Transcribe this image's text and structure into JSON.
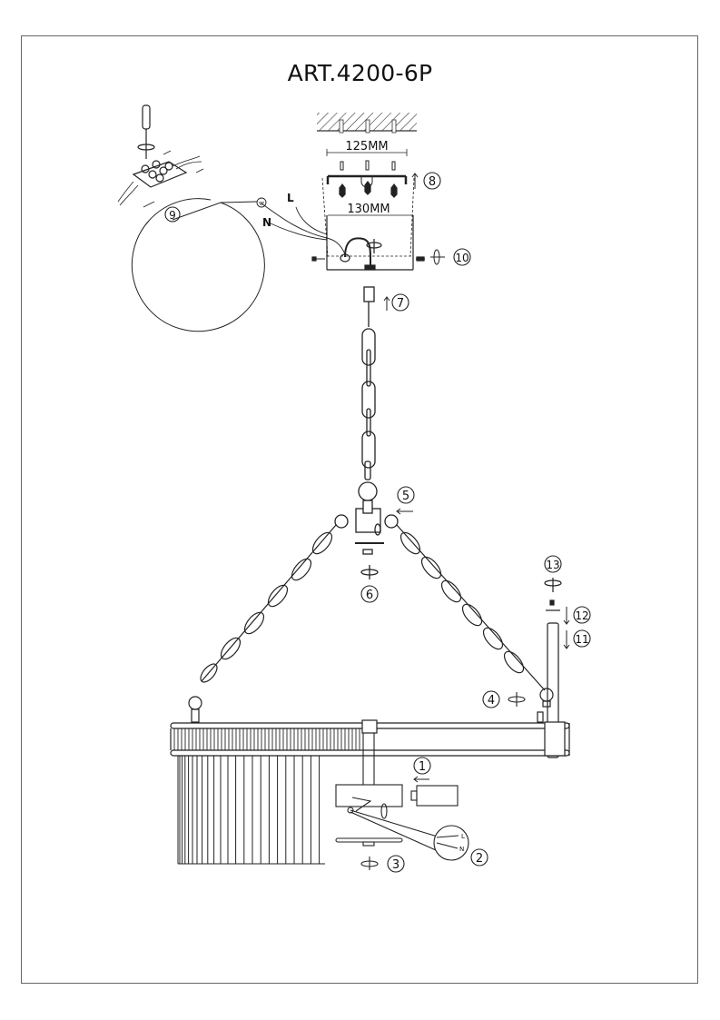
{
  "document": {
    "title": "ART.4200-6P",
    "dimensions": {
      "bracket_width": "125MM",
      "canopy_width": "130MM"
    },
    "wire_labels": {
      "live": "L",
      "neutral": "N"
    },
    "steps": [
      "1",
      "2",
      "3",
      "4",
      "5",
      "6",
      "7",
      "8",
      "9",
      "10",
      "11",
      "12",
      "13"
    ],
    "inset_wire_labels": {
      "live": "L",
      "neutral": "N"
    }
  }
}
